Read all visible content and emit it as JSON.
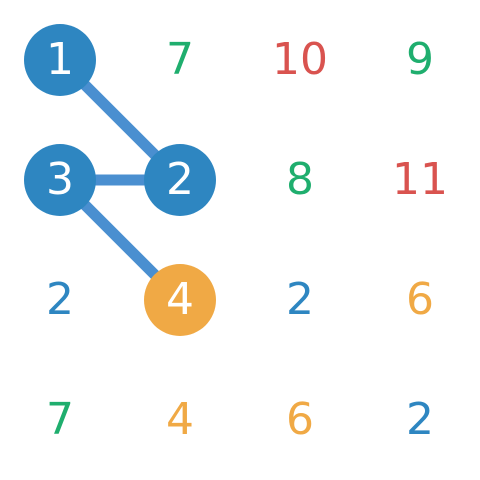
{
  "palette": {
    "blue": "#2e86c1",
    "green": "#1fae6e",
    "red": "#d9534f",
    "orange": "#f0a945",
    "link": "#4a8fd0"
  },
  "board": {
    "rows": 4,
    "cols": 4,
    "cells": [
      [
        {
          "value": "1",
          "color": "blue",
          "selected": true,
          "fill": "blue"
        },
        {
          "value": "7",
          "color": "green",
          "selected": false
        },
        {
          "value": "10",
          "color": "red",
          "selected": false
        },
        {
          "value": "9",
          "color": "green",
          "selected": false
        }
      ],
      [
        {
          "value": "3",
          "color": "blue",
          "selected": true,
          "fill": "blue"
        },
        {
          "value": "2",
          "color": "blue",
          "selected": true,
          "fill": "blue"
        },
        {
          "value": "8",
          "color": "green",
          "selected": false
        },
        {
          "value": "11",
          "color": "red",
          "selected": false
        }
      ],
      [
        {
          "value": "2",
          "color": "blue",
          "selected": false
        },
        {
          "value": "4",
          "color": "orange",
          "selected": true,
          "fill": "orange"
        },
        {
          "value": "2",
          "color": "blue",
          "selected": false
        },
        {
          "value": "6",
          "color": "orange",
          "selected": false
        }
      ],
      [
        {
          "value": "7",
          "color": "green",
          "selected": false
        },
        {
          "value": "4",
          "color": "orange",
          "selected": false
        },
        {
          "value": "6",
          "color": "orange",
          "selected": false
        },
        {
          "value": "2",
          "color": "blue",
          "selected": false
        }
      ]
    ],
    "path": [
      [
        0,
        0
      ],
      [
        1,
        1
      ],
      [
        1,
        0
      ],
      [
        2,
        1
      ]
    ]
  }
}
